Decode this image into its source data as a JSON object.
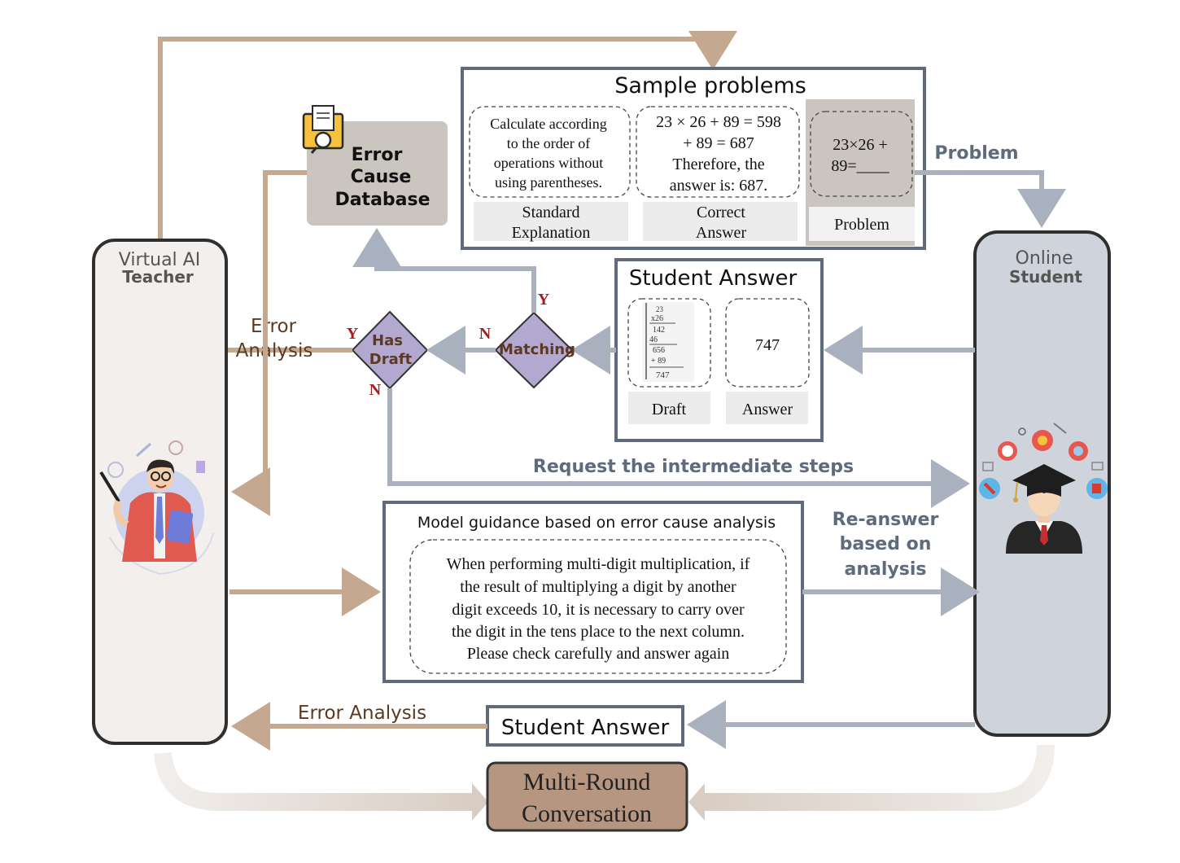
{
  "teacher": {
    "title_line1": "Virtual AI",
    "title_line2": "Teacher"
  },
  "student": {
    "title_line1": "Online",
    "title_line2": "Student"
  },
  "database": {
    "line1": "Error",
    "line2": "Cause",
    "line3": "Database"
  },
  "sample_problems": {
    "title": "Sample problems",
    "explanation_text": [
      "Calculate according",
      "to the order of",
      "operations without",
      "using parentheses."
    ],
    "explanation_label": [
      "Standard",
      "Explanation"
    ],
    "answer_text": [
      "23 × 26 + 89 = 598",
      "+ 89 = 687",
      "Therefore, the",
      "answer is: 687."
    ],
    "answer_label": [
      "Correct",
      "Answer"
    ],
    "problem_text": [
      "23×26 +",
      "89=____"
    ],
    "problem_label": "Problem"
  },
  "student_answer_box": {
    "title": "Student Answer",
    "draft_lines": [
      "23",
      "x26",
      "142",
      "46",
      "656",
      "+ 89",
      "747"
    ],
    "draft_label": "Draft",
    "answer_value": "747",
    "answer_label": "Answer"
  },
  "decisions": {
    "matching": "Matching",
    "has_draft_line1": "Has",
    "has_draft_line2": "Draft",
    "yes": "Y",
    "no": "N"
  },
  "arrows": {
    "problem": "Problem",
    "error_analysis_line1": "Error",
    "error_analysis_line2": "Analysis",
    "request_steps": "Request the intermediate steps",
    "reanswer_line1": "Re-answer",
    "reanswer_line2": "based on",
    "reanswer_line3": "analysis",
    "error_analysis_bottom": "Error Analysis"
  },
  "guidance": {
    "title": "Model guidance based on error cause analysis",
    "lines": [
      "When performing multi-digit multiplication, if",
      "the result of multiplying a digit by another",
      "digit exceeds 10, it is necessary to carry over",
      "the digit in the tens place to the next column.",
      "Please check carefully and answer again"
    ]
  },
  "bottom_answer": "Student Answer",
  "conversation": {
    "line1": "Multi-Round",
    "line2": "Conversation"
  },
  "colors": {
    "brown": "#c4a88f",
    "gray_arrow": "#a9b1be",
    "box_border": "#5f6b7d",
    "decision_fill": "#b3a8cf",
    "database_fill": "#cbc5bf",
    "student_fill": "#cfd3db",
    "teacher_fill": "#f2efec",
    "conversation_fill": "#b69680",
    "label_red": "#a31f1f",
    "label_brown": "#5c3a22",
    "label_slate": "#5f6b7d"
  }
}
